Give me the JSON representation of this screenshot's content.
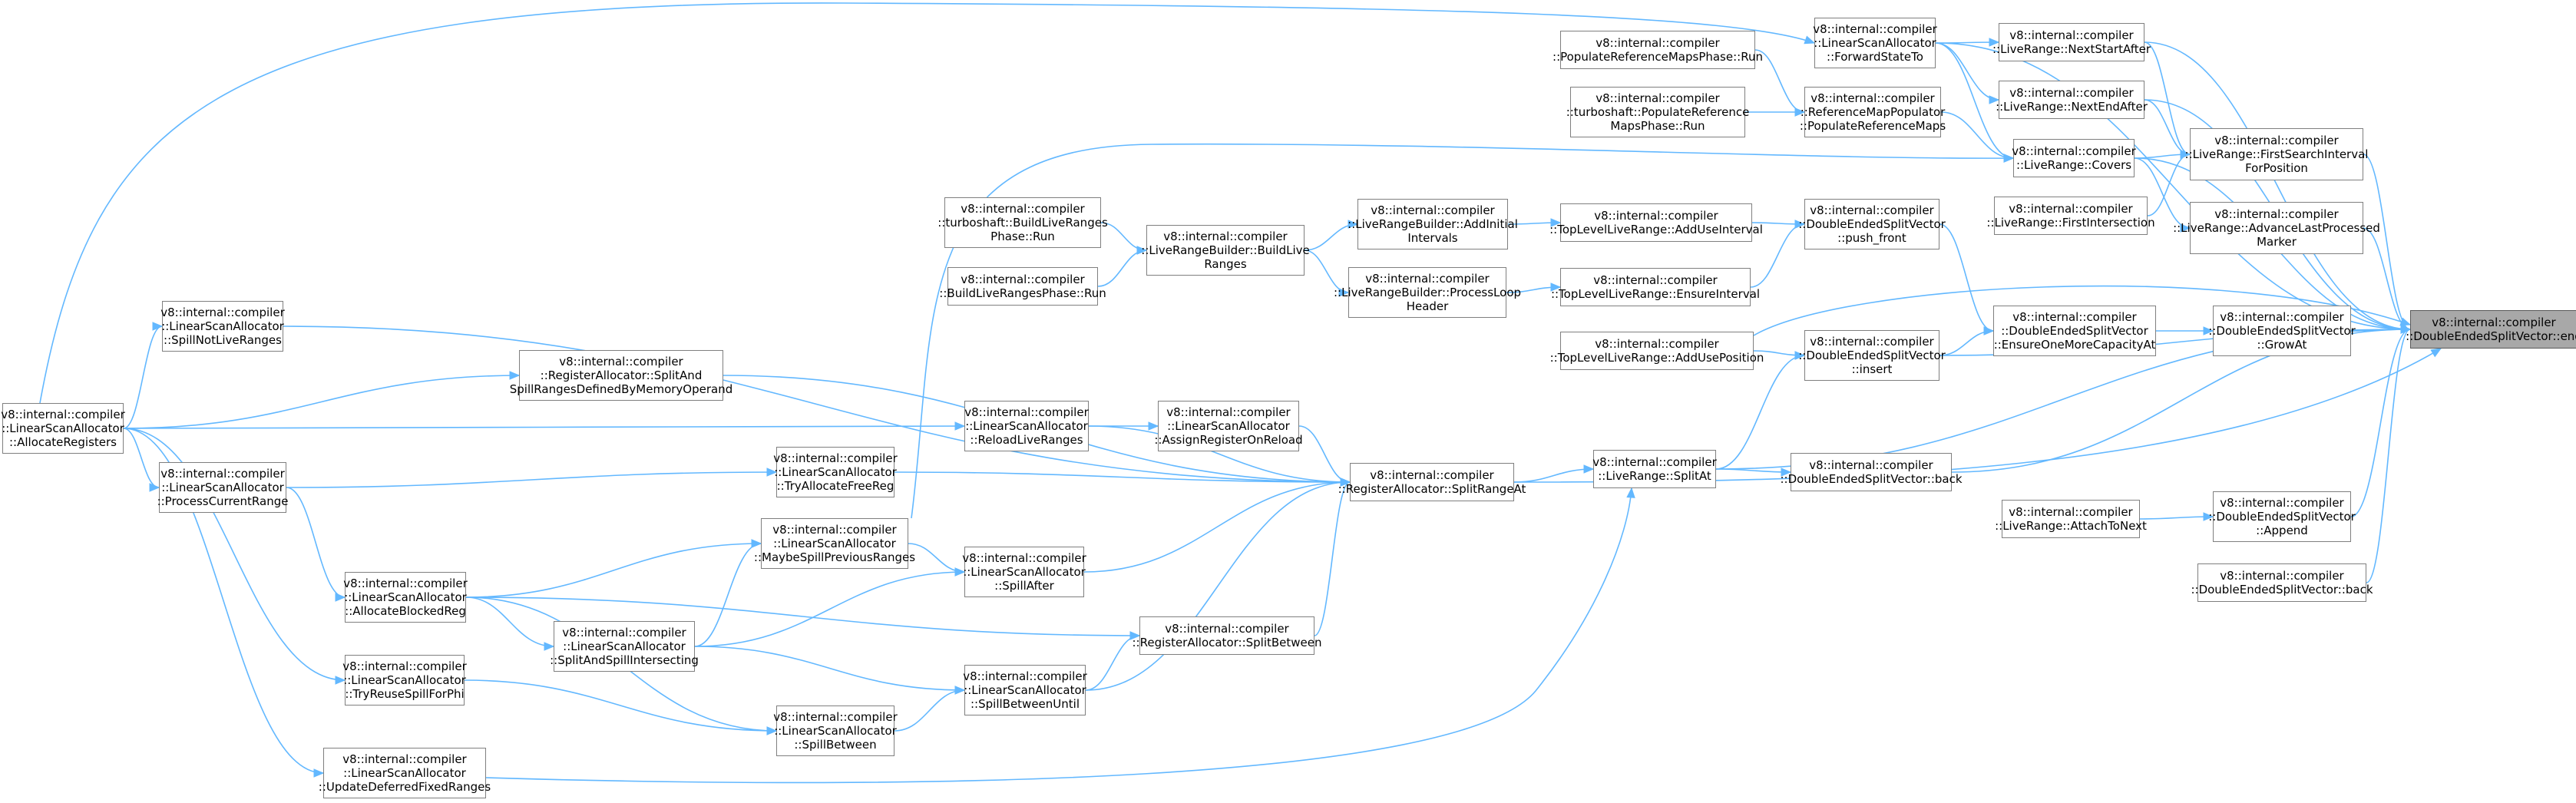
{
  "graph": {
    "colors": {
      "edge": "#63b8ff",
      "node_border": "#7f7f7f",
      "root_fill": "#a8a8a8",
      "text": "#000000"
    },
    "nodes": [
      {
        "id": "end",
        "lines": [
          "v8::internal::compiler",
          "::DoubleEndedSplitVector::end"
        ],
        "root": true
      },
      {
        "id": "nextStartAfter",
        "lines": [
          "v8::internal::compiler",
          "::LiveRange::NextStartAfter"
        ]
      },
      {
        "id": "nextEndAfter",
        "lines": [
          "v8::internal::compiler",
          "::LiveRange::NextEndAfter"
        ]
      },
      {
        "id": "firstSearch",
        "lines": [
          "v8::internal::compiler",
          "::LiveRange::FirstSearchInterval",
          "ForPosition"
        ]
      },
      {
        "id": "advanceLast",
        "lines": [
          "v8::internal::compiler",
          "::LiveRange::AdvanceLastProcessed",
          "Marker"
        ]
      },
      {
        "id": "growAt",
        "lines": [
          "v8::internal::compiler",
          "::DoubleEndedSplitVector",
          "::GrowAt"
        ]
      },
      {
        "id": "append",
        "lines": [
          "v8::internal::compiler",
          "::DoubleEndedSplitVector",
          "::Append"
        ]
      },
      {
        "id": "back2",
        "lines": [
          "v8::internal::compiler",
          "::DoubleEndedSplitVector::back"
        ]
      },
      {
        "id": "forwardState",
        "lines": [
          "v8::internal::compiler",
          "::LinearScanAllocator",
          "::ForwardStateTo"
        ]
      },
      {
        "id": "covers",
        "lines": [
          "v8::internal::compiler",
          "::LiveRange::Covers"
        ]
      },
      {
        "id": "firstIntersection",
        "lines": [
          "v8::internal::compiler",
          "::LiveRange::FirstIntersection"
        ]
      },
      {
        "id": "ensureOneMore",
        "lines": [
          "v8::internal::compiler",
          "::DoubleEndedSplitVector",
          "::EnsureOneMoreCapacityAt"
        ]
      },
      {
        "id": "attachToNext",
        "lines": [
          "v8::internal::compiler",
          "::LiveRange::AttachToNext"
        ]
      },
      {
        "id": "populatePhase",
        "lines": [
          "v8::internal::compiler",
          "::PopulateReferenceMapsPhase::Run"
        ]
      },
      {
        "id": "tsPopulate",
        "lines": [
          "v8::internal::compiler",
          "::turboshaft::PopulateReference",
          "MapsPhase::Run"
        ]
      },
      {
        "id": "refMapPopulator",
        "lines": [
          "v8::internal::compiler",
          "::ReferenceMapPopulator",
          "::PopulateReferenceMaps"
        ]
      },
      {
        "id": "pushFront",
        "lines": [
          "v8::internal::compiler",
          "::DoubleEndedSplitVector",
          "::push_front"
        ]
      },
      {
        "id": "insert",
        "lines": [
          "v8::internal::compiler",
          "::DoubleEndedSplitVector",
          "::insert"
        ]
      },
      {
        "id": "back1",
        "lines": [
          "v8::internal::compiler",
          "::DoubleEndedSplitVector::back"
        ]
      },
      {
        "id": "addUseInterval",
        "lines": [
          "v8::internal::compiler",
          "::TopLevelLiveRange::AddUseInterval"
        ]
      },
      {
        "id": "ensureInterval",
        "lines": [
          "v8::internal::compiler",
          "::TopLevelLiveRange::EnsureInterval"
        ]
      },
      {
        "id": "addUsePosition",
        "lines": [
          "v8::internal::compiler",
          "::TopLevelLiveRange::AddUsePosition"
        ]
      },
      {
        "id": "splitAt",
        "lines": [
          "v8::internal::compiler",
          "::LiveRange::SplitAt"
        ]
      },
      {
        "id": "addInitialIntervals",
        "lines": [
          "v8::internal::compiler",
          "::LiveRangeBuilder::AddInitial",
          "Intervals"
        ]
      },
      {
        "id": "processLoopHeader",
        "lines": [
          "v8::internal::compiler",
          "::LiveRangeBuilder::ProcessLoop",
          "Header"
        ]
      },
      {
        "id": "splitRangeAt",
        "lines": [
          "v8::internal::compiler",
          "::RegisterAllocator::SplitRangeAt"
        ]
      },
      {
        "id": "buildLiveRanges",
        "lines": [
          "v8::internal::compiler",
          "::LiveRangeBuilder::BuildLive",
          "Ranges"
        ]
      },
      {
        "id": "assignRegOnReload",
        "lines": [
          "v8::internal::compiler",
          "::LinearScanAllocator",
          "::AssignRegisterOnReload"
        ]
      },
      {
        "id": "splitBetween",
        "lines": [
          "v8::internal::compiler",
          "::RegisterAllocator::SplitBetween"
        ]
      },
      {
        "id": "tsBuildLiveRanges",
        "lines": [
          "v8::internal::compiler",
          "::turboshaft::BuildLiveRanges",
          "Phase::Run"
        ]
      },
      {
        "id": "buildLiveRangesPhase",
        "lines": [
          "v8::internal::compiler",
          "::BuildLiveRangesPhase::Run"
        ]
      },
      {
        "id": "reloadLiveRanges",
        "lines": [
          "v8::internal::compiler",
          "::LinearScanAllocator",
          "::ReloadLiveRanges"
        ]
      },
      {
        "id": "spillAfter",
        "lines": [
          "v8::internal::compiler",
          "::LinearScanAllocator",
          "::SpillAfter"
        ]
      },
      {
        "id": "spillBetweenUntil",
        "lines": [
          "v8::internal::compiler",
          "::LinearScanAllocator",
          "::SpillBetweenUntil"
        ]
      },
      {
        "id": "tryAllocateFreeReg",
        "lines": [
          "v8::internal::compiler",
          "::LinearScanAllocator",
          "::TryAllocateFreeReg"
        ]
      },
      {
        "id": "maybeSpillPrevious",
        "lines": [
          "v8::internal::compiler",
          "::LinearScanAllocator",
          "::MaybeSpillPreviousRanges"
        ]
      },
      {
        "id": "spillBetween",
        "lines": [
          "v8::internal::compiler",
          "::LinearScanAllocator",
          "::SpillBetween"
        ]
      },
      {
        "id": "splitAndSpillRanges",
        "lines": [
          "v8::internal::compiler",
          "::RegisterAllocator::SplitAnd",
          "SpillRangesDefinedByMemoryOperand"
        ]
      },
      {
        "id": "splitAndSpillIntersecting",
        "lines": [
          "v8::internal::compiler",
          "::LinearScanAllocator",
          "::SplitAndSpillIntersecting"
        ]
      },
      {
        "id": "spillNotLiveRanges",
        "lines": [
          "v8::internal::compiler",
          "::LinearScanAllocator",
          "::SpillNotLiveRanges"
        ]
      },
      {
        "id": "processCurrentRange",
        "lines": [
          "v8::internal::compiler",
          "::LinearScanAllocator",
          "::ProcessCurrentRange"
        ]
      },
      {
        "id": "allocateBlockedReg",
        "lines": [
          "v8::internal::compiler",
          "::LinearScanAllocator",
          "::AllocateBlockedReg"
        ]
      },
      {
        "id": "tryReuseSpill",
        "lines": [
          "v8::internal::compiler",
          "::LinearScanAllocator",
          "::TryReuseSpillForPhi"
        ]
      },
      {
        "id": "updateDeferred",
        "lines": [
          "v8::internal::compiler",
          "::LinearScanAllocator",
          "::UpdateDeferredFixedRanges"
        ]
      },
      {
        "id": "allocateRegisters",
        "lines": [
          "v8::internal::compiler",
          "::LinearScanAllocator",
          "::AllocateRegisters"
        ]
      }
    ],
    "edges": [
      [
        "nextStartAfter",
        "end"
      ],
      [
        "nextEndAfter",
        "end"
      ],
      [
        "firstSearch",
        "end"
      ],
      [
        "advanceLast",
        "end"
      ],
      [
        "growAt",
        "end"
      ],
      [
        "append",
        "end"
      ],
      [
        "back2",
        "end"
      ],
      [
        "forwardState",
        "end"
      ],
      [
        "covers",
        "end"
      ],
      [
        "addUsePosition",
        "end"
      ],
      [
        "insert",
        "end"
      ],
      [
        "back1",
        "end"
      ],
      [
        "splitAt",
        "end"
      ],
      [
        "splitRangeAt",
        "end"
      ],
      [
        "allocateRegisters",
        "forwardState"
      ],
      [
        "forwardState",
        "nextStartAfter"
      ],
      [
        "forwardState",
        "nextEndAfter"
      ],
      [
        "forwardState",
        "covers"
      ],
      [
        "nextStartAfter",
        "firstSearch"
      ],
      [
        "nextEndAfter",
        "firstSearch"
      ],
      [
        "covers",
        "firstSearch"
      ],
      [
        "firstIntersection",
        "firstSearch"
      ],
      [
        "covers",
        "advanceLast"
      ],
      [
        "ensureOneMore",
        "growAt"
      ],
      [
        "attachToNext",
        "append"
      ],
      [
        "populatePhase",
        "refMapPopulator"
      ],
      [
        "tsPopulate",
        "refMapPopulator"
      ],
      [
        "refMapPopulator",
        "covers"
      ],
      [
        "maybeSpillPrevious",
        "covers"
      ],
      [
        "pushFront",
        "ensureOneMore"
      ],
      [
        "insert",
        "ensureOneMore"
      ],
      [
        "addUseInterval",
        "pushFront"
      ],
      [
        "ensureInterval",
        "pushFront"
      ],
      [
        "addUsePosition",
        "insert"
      ],
      [
        "splitAt",
        "insert"
      ],
      [
        "splitAt",
        "back1"
      ],
      [
        "addInitialIntervals",
        "addUseInterval"
      ],
      [
        "processLoopHeader",
        "ensureInterval"
      ],
      [
        "buildLiveRanges",
        "addInitialIntervals"
      ],
      [
        "buildLiveRanges",
        "processLoopHeader"
      ],
      [
        "tsBuildLiveRanges",
        "buildLiveRanges"
      ],
      [
        "buildLiveRangesPhase",
        "buildLiveRanges"
      ],
      [
        "splitRangeAt",
        "splitAt"
      ],
      [
        "updateDeferred",
        "splitAt"
      ],
      [
        "reloadLiveRanges",
        "assignRegOnReload"
      ],
      [
        "reloadLiveRanges",
        "splitRangeAt"
      ],
      [
        "assignRegOnReload",
        "splitRangeAt"
      ],
      [
        "tryAllocateFreeReg",
        "splitRangeAt"
      ],
      [
        "spillAfter",
        "splitRangeAt"
      ],
      [
        "splitBetween",
        "splitRangeAt"
      ],
      [
        "spillBetweenUntil",
        "splitRangeAt"
      ],
      [
        "splitAndSpillRanges",
        "splitRangeAt"
      ],
      [
        "spillNotLiveRanges",
        "splitRangeAt"
      ],
      [
        "allocateBlockedReg",
        "splitBetween"
      ],
      [
        "spillBetweenUntil",
        "splitBetween"
      ],
      [
        "allocateBlockedReg",
        "maybeSpillPrevious"
      ],
      [
        "splitAndSpillIntersecting",
        "maybeSpillPrevious"
      ],
      [
        "maybeSpillPrevious",
        "spillAfter"
      ],
      [
        "splitAndSpillIntersecting",
        "spillAfter"
      ],
      [
        "spillBetween",
        "spillBetweenUntil"
      ],
      [
        "splitAndSpillIntersecting",
        "spillBetweenUntil"
      ],
      [
        "allocateBlockedReg",
        "splitAndSpillIntersecting"
      ],
      [
        "allocateBlockedReg",
        "spillBetween"
      ],
      [
        "tryReuseSpill",
        "spillBetween"
      ],
      [
        "processCurrentRange",
        "tryAllocateFreeReg"
      ],
      [
        "processCurrentRange",
        "allocateBlockedReg"
      ],
      [
        "allocateRegisters",
        "spillNotLiveRanges"
      ],
      [
        "allocateRegisters",
        "splitAndSpillRanges"
      ],
      [
        "allocateRegisters",
        "reloadLiveRanges"
      ],
      [
        "allocateRegisters",
        "processCurrentRange"
      ],
      [
        "allocateRegisters",
        "tryReuseSpill"
      ],
      [
        "allocateRegisters",
        "updateDeferred"
      ]
    ]
  }
}
